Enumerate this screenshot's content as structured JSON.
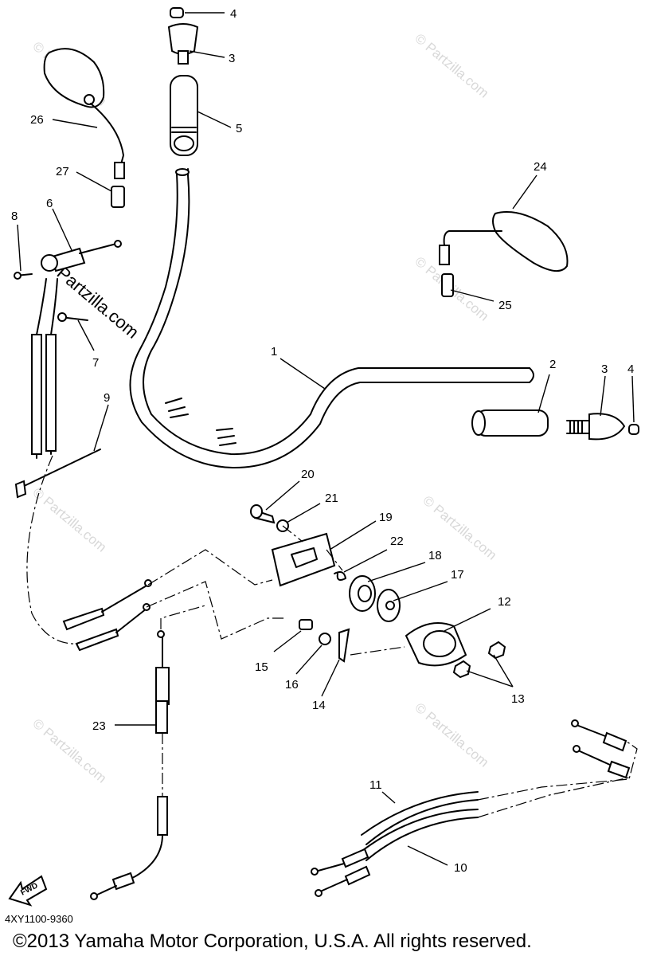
{
  "diagram": {
    "code": "4XY1100-9360",
    "copyright": "©2013 Yamaha Motor Corporation, U.S.A. All rights reserved.",
    "watermark": "Partzilla.com",
    "faint_watermark": "© Partzilla.com",
    "fwd_label": "FWD",
    "callouts": {
      "p1": "1",
      "p2": "2",
      "p3a": "3",
      "p3b": "3",
      "p4a": "4",
      "p4b": "4",
      "p5": "5",
      "p6": "6",
      "p7": "7",
      "p8": "8",
      "p9": "9",
      "p10": "10",
      "p11": "11",
      "p12": "12",
      "p13": "13",
      "p14": "14",
      "p15": "15",
      "p16": "16",
      "p17": "17",
      "p18": "18",
      "p19": "19",
      "p20": "20",
      "p21": "21",
      "p22": "22",
      "p23": "23",
      "p24": "24",
      "p25": "25",
      "p26": "26",
      "p27": "27"
    }
  }
}
